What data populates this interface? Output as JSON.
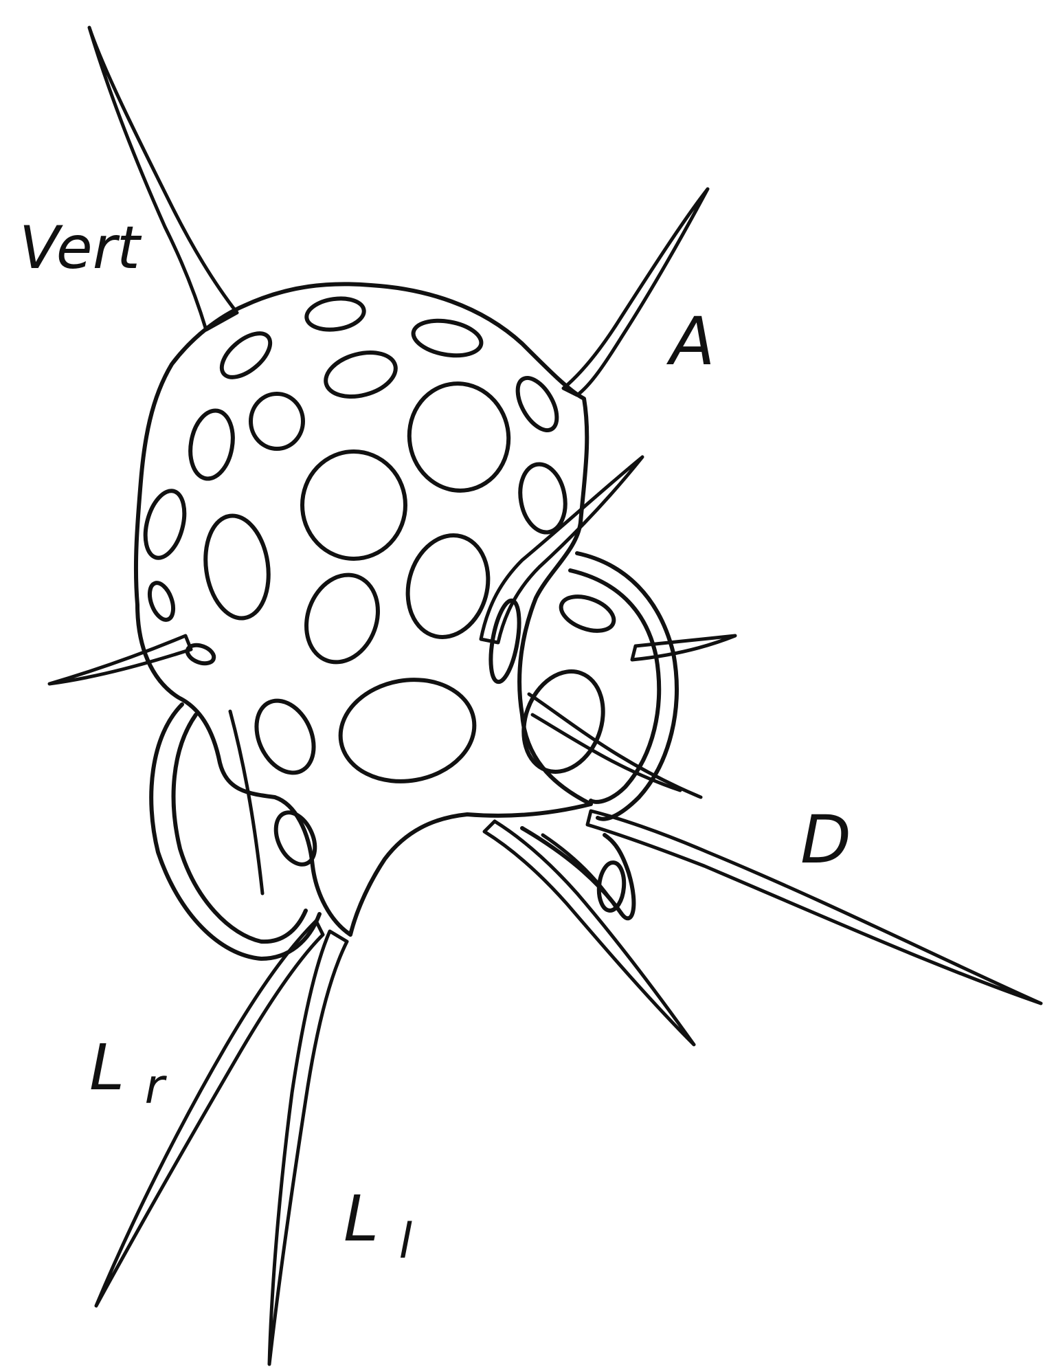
{
  "labels": {
    "vert": "Vert",
    "a": "A",
    "d": "D",
    "lr_main": "L",
    "lr_sub": "r",
    "ll_main": "L",
    "ll_sub": "l"
  },
  "colors": {
    "ink": "#111111",
    "background": "#ffffff"
  }
}
